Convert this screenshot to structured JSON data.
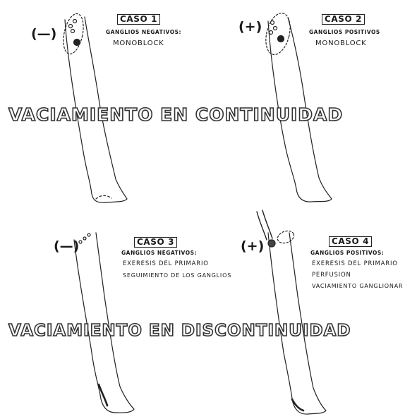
{
  "banners": {
    "top": "VACIAMIENTO EN CONTINUIDAD",
    "bottom": "VACIAMIENTO EN DISCONTINUIDAD"
  },
  "cases": [
    {
      "sign": "(—)",
      "title": "CASO 1",
      "subtitle": "GANGLIOS NEGATIVOS:",
      "lines": [
        "MONOBLOCK"
      ]
    },
    {
      "sign": "(+)",
      "title": "CASO 2",
      "subtitle": "GANGLIOS POSITIVOS",
      "lines": [
        "MONOBLOCK"
      ]
    },
    {
      "sign": "(—)",
      "title": "CASO 3",
      "subtitle": "GANGLIOS NEGATIVOS:",
      "lines": [
        "EXERESIS DEL PRIMARIO",
        "SEGUIMIENTO DE LOS GANGLIOS"
      ]
    },
    {
      "sign": "(+)",
      "title": "CASO 4",
      "subtitle": "GANGLIOS POSITIVOS:",
      "lines": [
        "EXERESIS DEL PRIMARIO",
        "PERFUSION",
        "VACIAMIENTO GANGLIONAR"
      ]
    }
  ]
}
